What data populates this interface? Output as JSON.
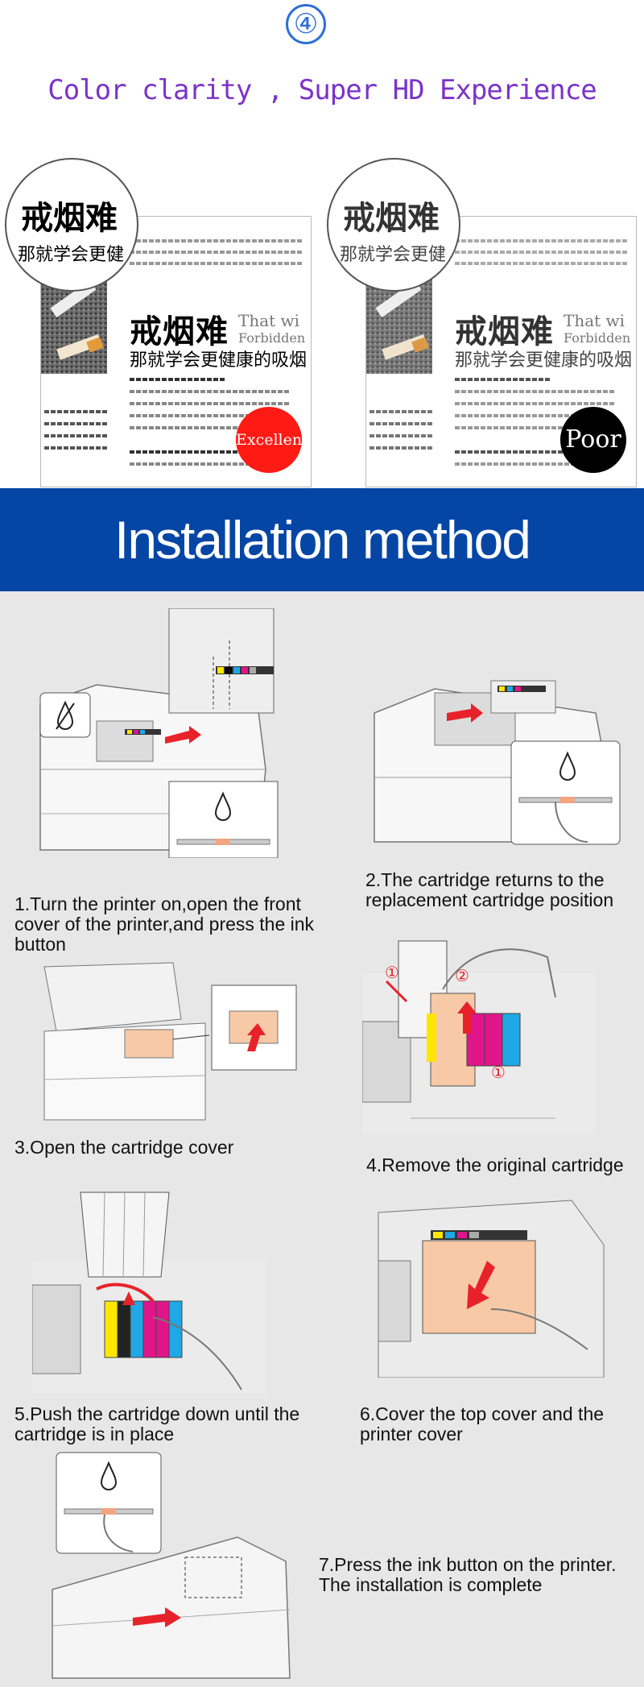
{
  "header": {
    "step_number": "④",
    "tagline": "Color clarity , Super HD Experience"
  },
  "comparison": {
    "headline": "戒烟难",
    "subline": "那就学会更健",
    "subline_full": "那就学会更健康的吸烟",
    "side_text_1": "That wi",
    "side_text_2": "Forbidden",
    "left_badge": "Excellent",
    "right_badge": "Poor",
    "colors": {
      "excellent": "#ff1a14",
      "poor": "#000000"
    }
  },
  "banner": {
    "title": "Installation method",
    "color": "#0546a5"
  },
  "steps": [
    {
      "caption": "1.Turn the printer on,open the front cover of the printer,and press the ink button"
    },
    {
      "caption": "2.The cartridge returns to the replacement cartridge position"
    },
    {
      "caption": "3.Open the cartridge cover"
    },
    {
      "caption": "4.Remove the original cartridge"
    },
    {
      "caption": "5.Push the cartridge down until the cartridge is in place"
    },
    {
      "caption": "6.Cover the top cover and the printer cover"
    },
    {
      "caption": "7.Press the ink button on the printer. The installation is complete"
    }
  ],
  "icons": {
    "step_badge": "circled-four-icon",
    "ink_drop": "ink-drop-icon",
    "no_ink": "ink-drop-slashed-icon",
    "arrow": "red-arrow-icon",
    "callout_numbers": [
      "①",
      "②",
      "①"
    ]
  }
}
